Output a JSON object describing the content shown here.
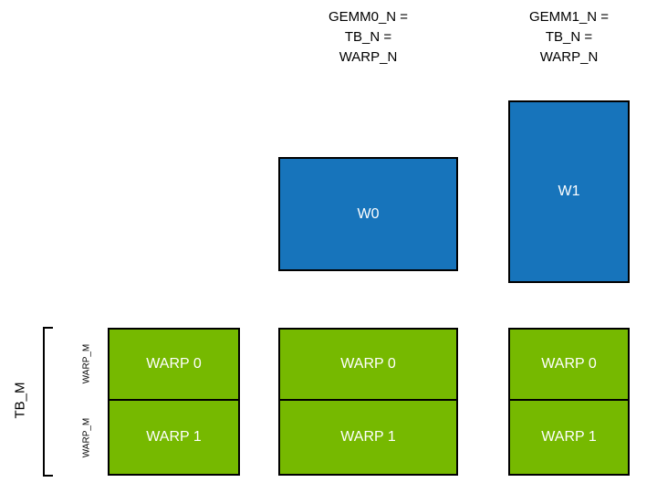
{
  "colors": {
    "blue": "#1774BB",
    "green": "#76B900",
    "border": "#000000",
    "box_text": "#FFFFFF",
    "label_text": "#000000"
  },
  "headers": {
    "gemm0": "GEMM0_N =\nTB_N =\nWARP_N",
    "gemm1": "GEMM1_N =\nTB_N =\nWARP_N"
  },
  "blue_boxes": {
    "w0": "W0",
    "w1": "W1"
  },
  "warp_groups": {
    "left": {
      "warp0": "WARP 0",
      "warp1": "WARP 1"
    },
    "middle": {
      "warp0": "WARP 0",
      "warp1": "WARP 1"
    },
    "right": {
      "warp0": "WARP 0",
      "warp1": "WARP 1"
    }
  },
  "side_labels": {
    "tb_m": "TB_M",
    "warp_m_top": "WARP_M",
    "warp_m_bottom": "WARP_M"
  }
}
